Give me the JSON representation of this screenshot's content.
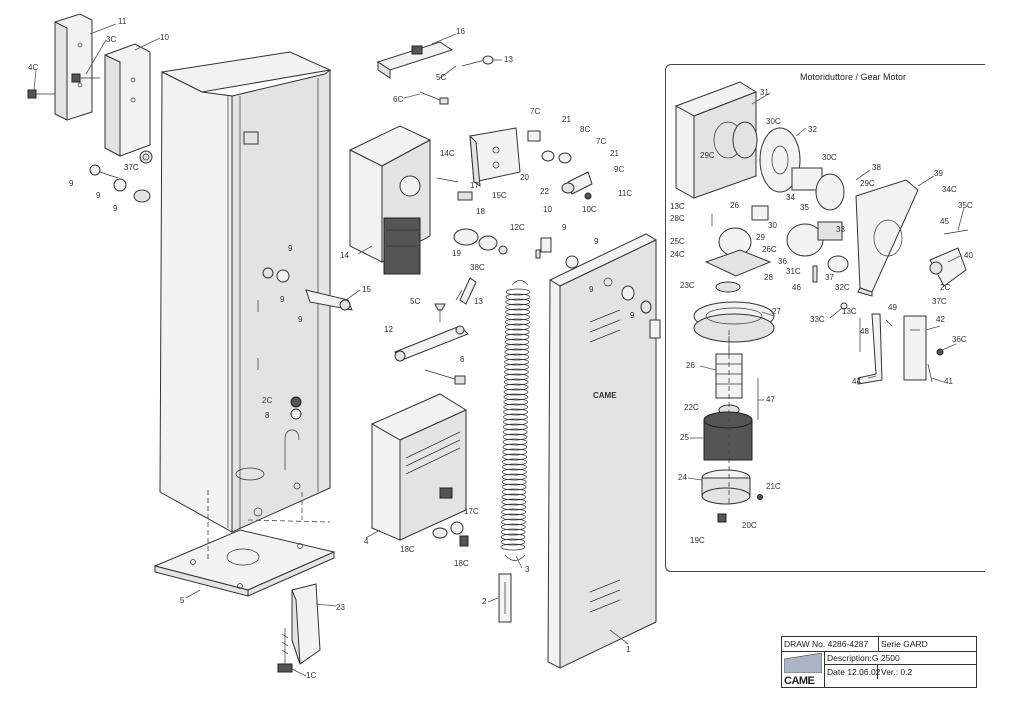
{
  "gear_motor_title": "Motoriduttore / Gear Motor",
  "title_block": {
    "draw_no": "DRAW No. 4286-4287",
    "series": "Serie GARD",
    "description": "Description:G 2500",
    "date": "Date 12.06.02",
    "version": "Ver.: 0.2",
    "logo": "CAME"
  },
  "panel_brand": "CAME",
  "part_labels": [
    "11",
    "10",
    "3C",
    "4C",
    "16",
    "13",
    "5C",
    "6C",
    "37C",
    "9",
    "9",
    "9",
    "7C",
    "21",
    "8C",
    "7C",
    "21",
    "20",
    "9C",
    "22",
    "11C",
    "10C",
    "14C",
    "17",
    "18",
    "15C",
    "14",
    "12C",
    "19",
    "38C",
    "10",
    "9",
    "9",
    "9",
    "9",
    "15",
    "5C",
    "13",
    "12",
    "6",
    "9",
    "9",
    "9",
    "2C",
    "8",
    "4",
    "18C",
    "17C",
    "18C",
    "3",
    "2",
    "1",
    "23",
    "5",
    "1C"
  ],
  "gear_motor_labels": [
    "31",
    "30C",
    "32",
    "29C",
    "13C",
    "28C",
    "30C",
    "33",
    "34",
    "38",
    "29C",
    "39",
    "34C",
    "25C",
    "24C",
    "26C",
    "35",
    "36",
    "45",
    "35C",
    "40",
    "2C",
    "27",
    "23C",
    "31C",
    "37",
    "32C",
    "46",
    "33C",
    "13C",
    "26",
    "22C",
    "25",
    "24",
    "21C",
    "20C",
    "19C",
    "47",
    "49",
    "48",
    "42",
    "36C",
    "44",
    "41",
    "37C",
    "30",
    "29",
    "28",
    "26"
  ]
}
